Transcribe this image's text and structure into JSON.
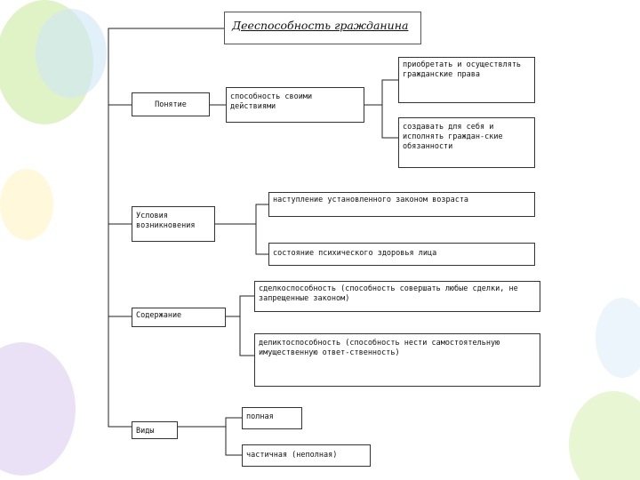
{
  "title": "Дееспособность гражданина",
  "categories": {
    "concept": "Понятие",
    "conditions": "Условия возникновения",
    "content": "Содержание",
    "types": "Виды"
  },
  "concept": {
    "definition": "способность своими действиями",
    "branch1": "приобретать и осуществлять гражданские права",
    "branch2": "создавать для себя и исполнять граждан-ские обязанности"
  },
  "conditions": {
    "age": "наступление установленного законом возраста",
    "health": "состояние психического здоровья лица"
  },
  "content": {
    "dealcapacity": "сделкоспособность (способность совершать любые сделки, не запрещенные законом)",
    "tortcapacity": "деликтоспособность (способность нести самостоятельную имущественную ответ-ственность)"
  },
  "types": {
    "full": "полная",
    "partial": "частичная (неполная)"
  },
  "colors": {
    "line": "#222222",
    "balloon_green": "#d8f0b8",
    "balloon_blue": "#cfe6f7",
    "balloon_purple": "#e2d4f2",
    "balloon_yellow": "#fff1b8"
  }
}
